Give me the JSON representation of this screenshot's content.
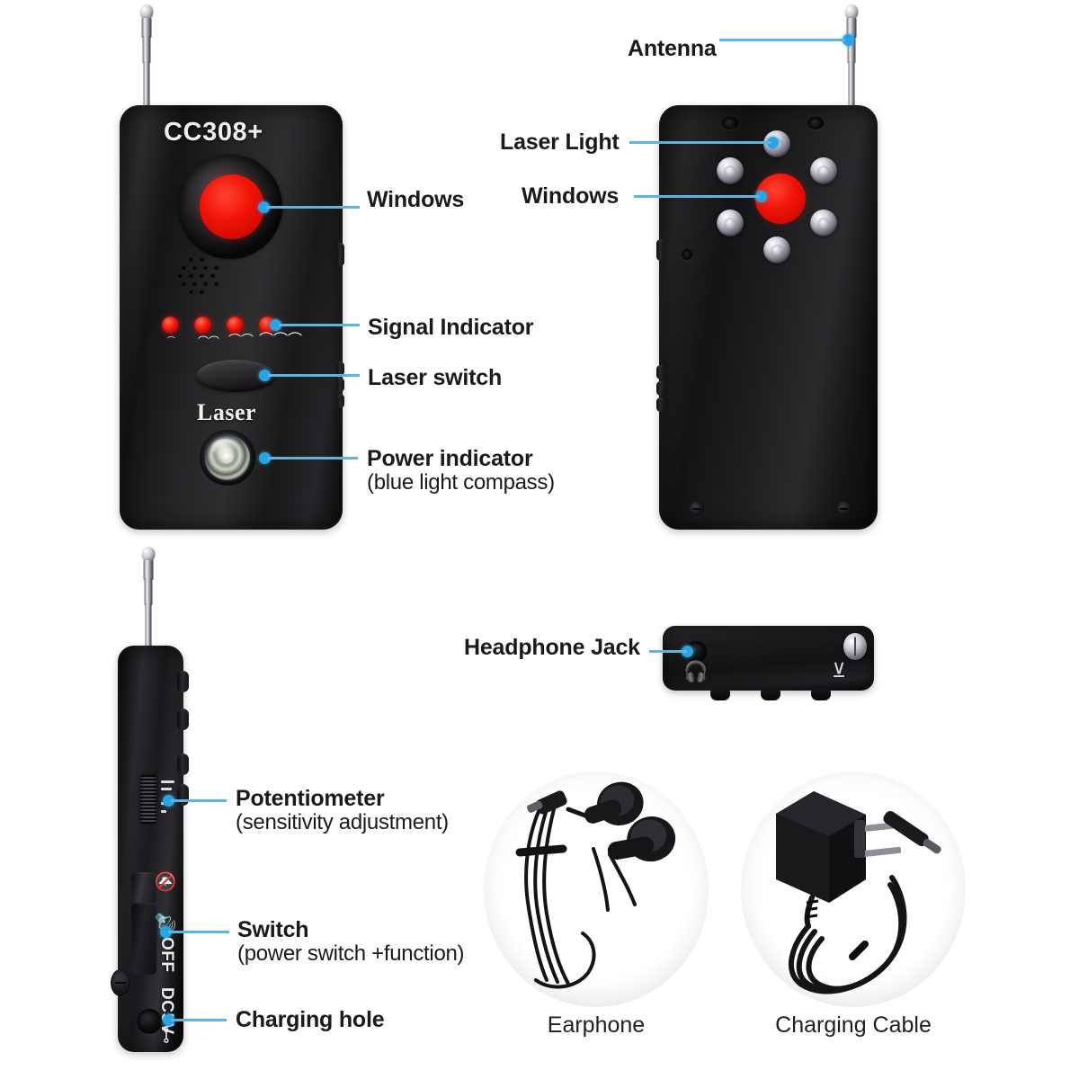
{
  "product": {
    "brand_label": "CC308+",
    "laser_word": "Laser"
  },
  "views": {
    "front": {
      "name": "front-view",
      "callouts": [
        {
          "id": "windows",
          "label": "Windows",
          "sub": ""
        },
        {
          "id": "signal-indicator",
          "label": "Signal Indicator",
          "sub": ""
        },
        {
          "id": "laser-switch",
          "label": "Laser switch",
          "sub": ""
        },
        {
          "id": "power-indicator",
          "label": "Power indicator",
          "sub": "(blue light compass)"
        }
      ]
    },
    "back": {
      "name": "back-view",
      "callouts": [
        {
          "id": "antenna",
          "label": "Antenna",
          "sub": ""
        },
        {
          "id": "laser-light",
          "label": "Laser Light",
          "sub": ""
        },
        {
          "id": "windows-back",
          "label": "Windows",
          "sub": ""
        }
      ]
    },
    "side": {
      "name": "side-view",
      "markings": {
        "off": "OFF",
        "dc5v": "DC5V"
      },
      "callouts": [
        {
          "id": "potentiometer",
          "label": "Potentiometer",
          "sub": "(sensitivity adjustment)"
        },
        {
          "id": "switch",
          "label": "Switch",
          "sub": "(power switch +function)"
        },
        {
          "id": "charging-hole",
          "label": "Charging hole",
          "sub": ""
        }
      ]
    },
    "top": {
      "name": "top-edge-view",
      "callouts": [
        {
          "id": "headphone-jack",
          "label": "Headphone Jack",
          "sub": ""
        }
      ]
    }
  },
  "accessories": [
    {
      "id": "earphone",
      "caption": "Earphone"
    },
    {
      "id": "charging-cable",
      "caption": "Charging Cable"
    }
  ],
  "icons": {
    "signal_1": "signal-bar-1-icon",
    "signal_2": "signal-bar-2-icon",
    "signal_3": "signal-bar-3-icon",
    "signal_4": "signal-bar-4-icon",
    "headphone": "headphone-icon",
    "antenna_marking": "antenna-icon",
    "mute": "mute-speaker-icon",
    "sound": "speaker-icon",
    "power_plug": "dc-plug-icon"
  },
  "colors": {
    "background": "#ffffff",
    "leader_line": "#5fb3dd",
    "leader_dot": "#2aa3e0",
    "label_text": "#1a1a1a",
    "device_black": "#1d1d1f",
    "lens_red": "#f01406",
    "led_red": "#f2180a",
    "antenna_silver": "#f2f2f4"
  }
}
